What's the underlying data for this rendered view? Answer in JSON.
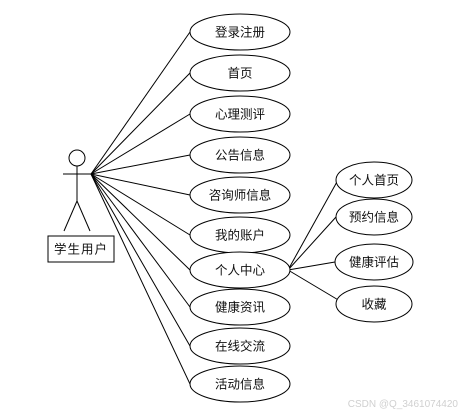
{
  "actor": {
    "label": "学生用户"
  },
  "use_cases": [
    {
      "id": "login",
      "label": "登录注册"
    },
    {
      "id": "home",
      "label": "首页"
    },
    {
      "id": "psych-test",
      "label": "心理测评"
    },
    {
      "id": "notice",
      "label": "公告信息"
    },
    {
      "id": "counselor",
      "label": "咨询师信息"
    },
    {
      "id": "account",
      "label": "我的账户"
    },
    {
      "id": "personal-center",
      "label": "个人中心"
    },
    {
      "id": "health-news",
      "label": "健康资讯"
    },
    {
      "id": "online-chat",
      "label": "在线交流"
    },
    {
      "id": "activity",
      "label": "活动信息"
    }
  ],
  "sub_use_cases": [
    {
      "id": "personal-home",
      "label": "个人首页"
    },
    {
      "id": "appointment",
      "label": "预约信息"
    },
    {
      "id": "health-eval",
      "label": "健康评估"
    },
    {
      "id": "favorites",
      "label": "收藏"
    }
  ],
  "watermark": "CSDN @Q_3461074420"
}
